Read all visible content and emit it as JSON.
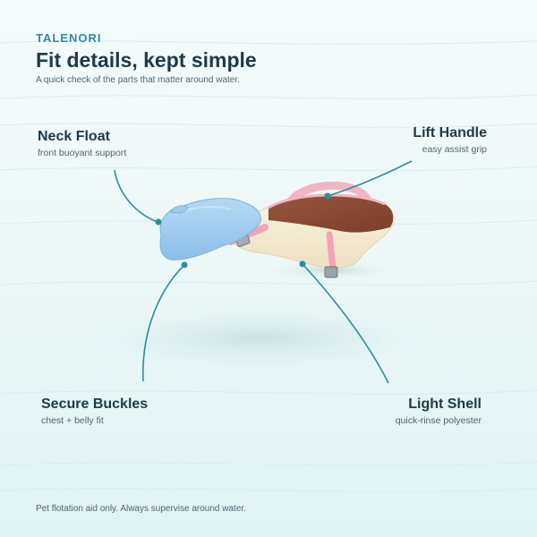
{
  "brand": "TALENORI",
  "title": "Fit details, kept simple",
  "subtitle": "A quick check of the parts that matter around water.",
  "callouts": {
    "neck_float": {
      "title": "Neck Float",
      "sub": "front buoyant support"
    },
    "lift_handle": {
      "title": "Lift Handle",
      "sub": "easy assist grip"
    },
    "secure_buckles": {
      "title": "Secure Buckles",
      "sub": "chest + belly fit"
    },
    "light_shell": {
      "title": "Light Shell",
      "sub": "quick-rinse polyester"
    }
  },
  "footer": "Pet flotation aid only. Always supervise around water.",
  "colors": {
    "accent": "#2a8fa0",
    "heading": "#1e3a46",
    "float_blue": "#9ccbef",
    "shell_cream": "#f4ecd6",
    "back_brown": "#8a4a34",
    "trim_pink": "#f2b6c2"
  }
}
